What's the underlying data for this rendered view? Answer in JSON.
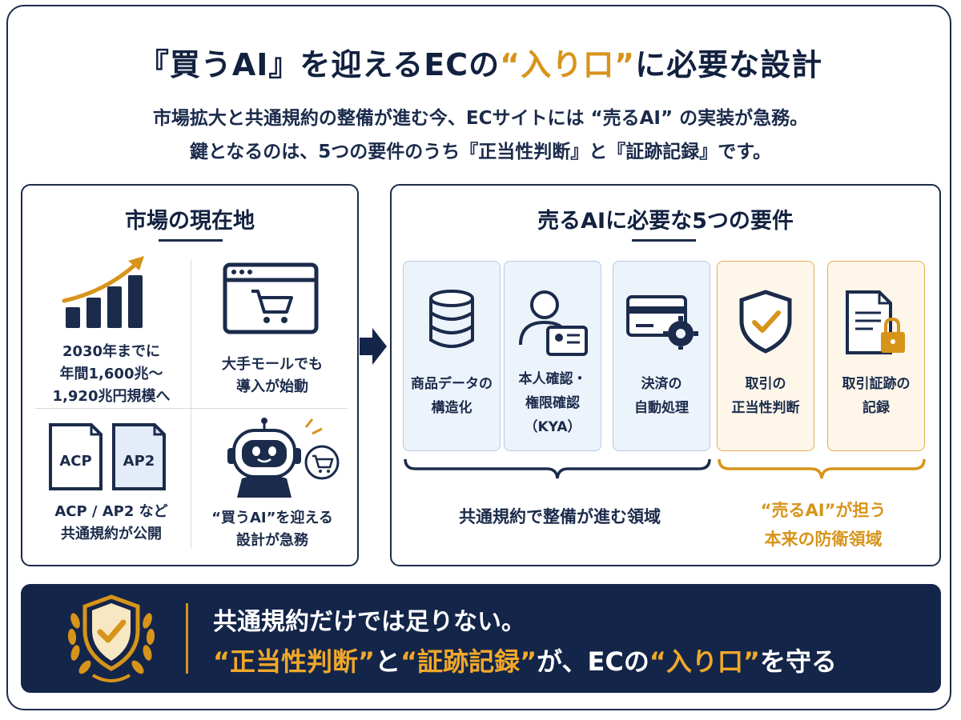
{
  "colors": {
    "navy": "#14254a",
    "gold": "#d7941a",
    "card_blue": "#edf3fb",
    "card_gold": "#fdf6e9"
  },
  "header": {
    "title_pre": "『買うAI』を迎えるECの",
    "title_accent": "“入り口”",
    "title_post": "に必要な設計",
    "subtitle_line1": "市場拡大と共通規約の整備が進む今、ECサイトには “売るAI” の実装が急務。",
    "subtitle_line2": "鍵となるのは、5つの要件のうち『正当性判断』と『証跡記録』です。"
  },
  "market": {
    "title": "市場の現在地",
    "items": [
      {
        "icon": "growth-chart-icon",
        "text_lines": [
          "2030年までに",
          "年間1,600兆～",
          "1,920兆円規模へ"
        ]
      },
      {
        "icon": "shopping-cart-browser-icon",
        "text_lines": [
          "大手モールでも",
          "導入が始動"
        ]
      },
      {
        "icon": "protocol-documents-icon",
        "doc_labels": [
          "ACP",
          "AP2"
        ],
        "text_lines": [
          "ACP / AP2 など",
          "共通規約が公開"
        ]
      },
      {
        "icon": "shopping-robot-icon",
        "text_lines": [
          "“買うAI”を迎える",
          "設計が急務"
        ]
      }
    ]
  },
  "requirements": {
    "title": "売るAIに必要な5つの要件",
    "cards": [
      {
        "icon": "database-icon",
        "label_lines": [
          "商品データの",
          "構造化"
        ],
        "group": "common"
      },
      {
        "icon": "id-card-person-icon",
        "label_lines": [
          "本人確認・",
          "権限確認",
          "（KYA）"
        ],
        "group": "common"
      },
      {
        "icon": "credit-card-gear-icon",
        "label_lines": [
          "決済の",
          "自動処理"
        ],
        "group": "common"
      },
      {
        "icon": "shield-check-icon",
        "label_lines": [
          "取引の",
          "正当性判断"
        ],
        "group": "defense"
      },
      {
        "icon": "document-lock-icon",
        "label_lines": [
          "取引証跡の",
          "記録"
        ],
        "group": "defense"
      }
    ],
    "common_label": "共通規約で整備が進む領域",
    "defense_label_lines": [
      "“売るAI”が担う",
      "本来の防衛領域"
    ]
  },
  "banner": {
    "line1": "共通規約だけでは足りない。",
    "line2_parts": [
      "“正当性判断”",
      "と",
      "“証跡記録”",
      "が、ECの",
      "“入り口”",
      "を守る"
    ]
  }
}
